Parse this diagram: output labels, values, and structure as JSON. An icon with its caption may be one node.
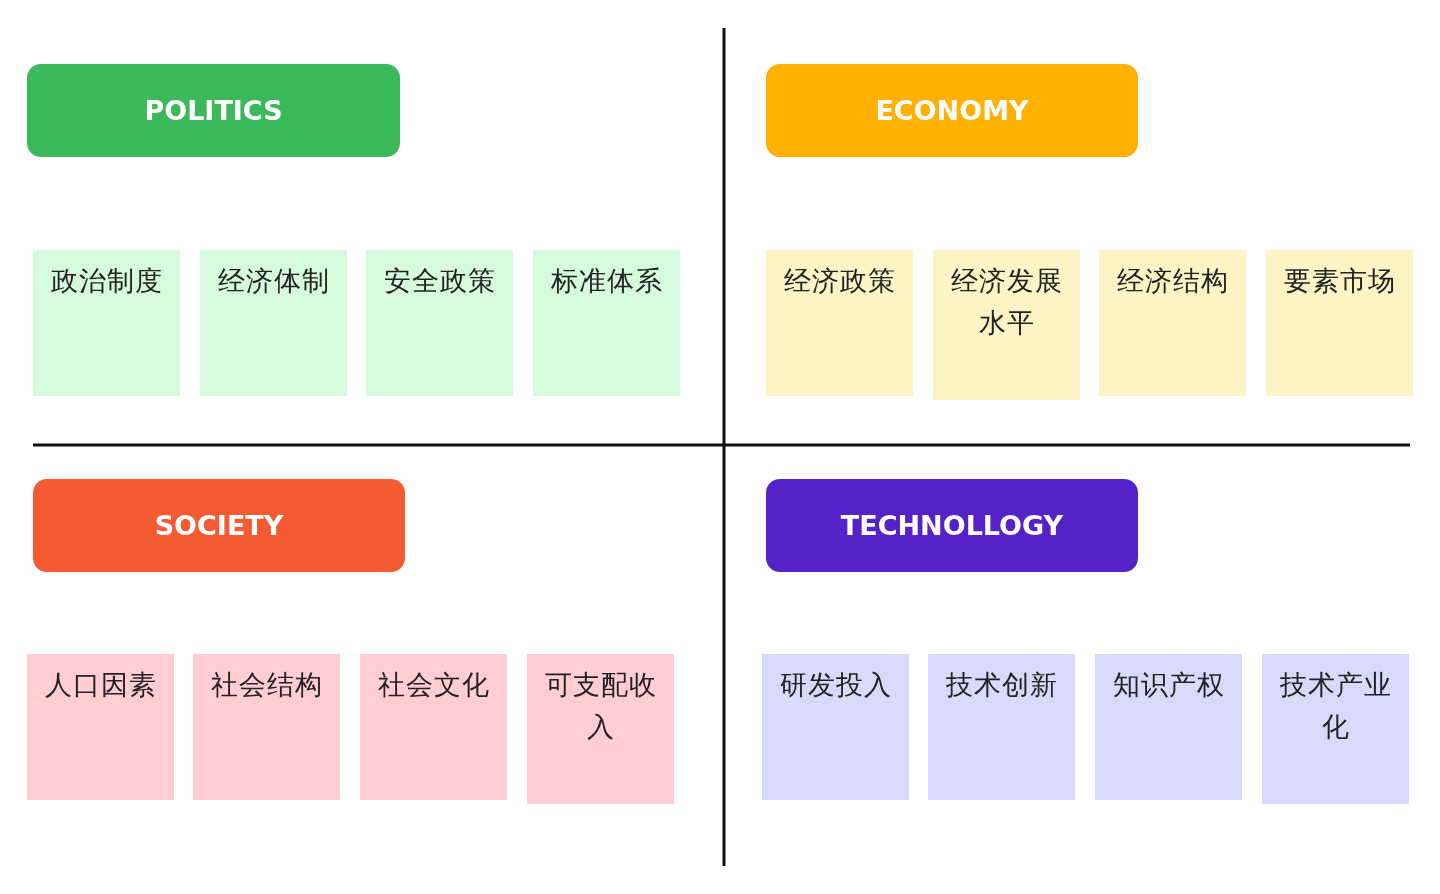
{
  "diagram": {
    "nodes": [
      {
        "text": [
          "POLITICS"
        ]
      },
      {
        "text": [
          "政治制度"
        ]
      },
      {
        "text": [
          "经济体制"
        ]
      },
      {
        "text": [
          "安全政策"
        ]
      },
      {
        "text": [
          "标准体系"
        ]
      },
      {
        "text": [
          "ECONOMY"
        ]
      },
      {
        "text": [
          "经济政策"
        ]
      },
      {
        "text": [
          "经济发展水平"
        ]
      },
      {
        "text": [
          "经济结构"
        ]
      },
      {
        "text": [
          "要素市场"
        ]
      },
      {
        "text": [
          "SOCIETY"
        ]
      },
      {
        "text": [
          "人口因素"
        ]
      },
      {
        "text": [
          "社会结构"
        ]
      },
      {
        "text": [
          "社会文化"
        ]
      },
      {
        "text": [
          "可支配收入"
        ]
      },
      {
        "text": [
          "TECHNOLLOGY"
        ]
      },
      {
        "text": [
          "研发投入"
        ]
      },
      {
        "text": [
          "技术创新"
        ]
      },
      {
        "text": [
          "知识产权"
        ]
      },
      {
        "text": [
          "技术产业化"
        ]
      }
    ]
  }
}
